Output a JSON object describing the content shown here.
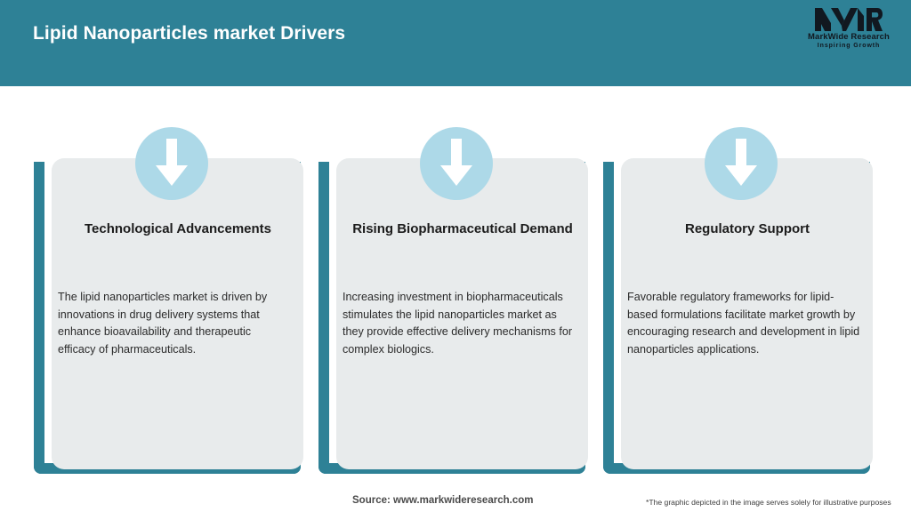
{
  "header": {
    "title": "Lipid Nanoparticles market Drivers",
    "bar_color": "#2e8196",
    "title_color": "#ffffff"
  },
  "logo": {
    "mark": "MWR",
    "name": "MarkWide Research",
    "tagline": "Inspiring Growth"
  },
  "cards": [
    {
      "icon": "arrow-down-icon",
      "title": "Technological Advancements",
      "body": "The lipid nanoparticles market is driven by innovations in drug delivery systems that enhance bioavailability and therapeutic efficacy of pharmaceuticals."
    },
    {
      "icon": "arrow-down-icon",
      "title": "Rising Biopharmaceutical Demand",
      "body": "Increasing investment in biopharmaceuticals stimulates the lipid nanoparticles market as they provide effective delivery mechanisms for complex biologics."
    },
    {
      "icon": "arrow-down-icon",
      "title": "Regulatory Support",
      "body": "Favorable regulatory frameworks for lipid-based formulations facilitate market growth by encouraging research and development in lipid nanoparticles applications."
    }
  ],
  "footer": {
    "source": "Source: www.markwideresearch.com",
    "disclaimer": "*The graphic depicted in the image serves solely for illustrative purposes"
  },
  "theme": {
    "accent_teal": "#2e8196",
    "icon_circle": "#add9e8",
    "panel_gray": "#e8ebec",
    "arrow_white": "#ffffff"
  }
}
